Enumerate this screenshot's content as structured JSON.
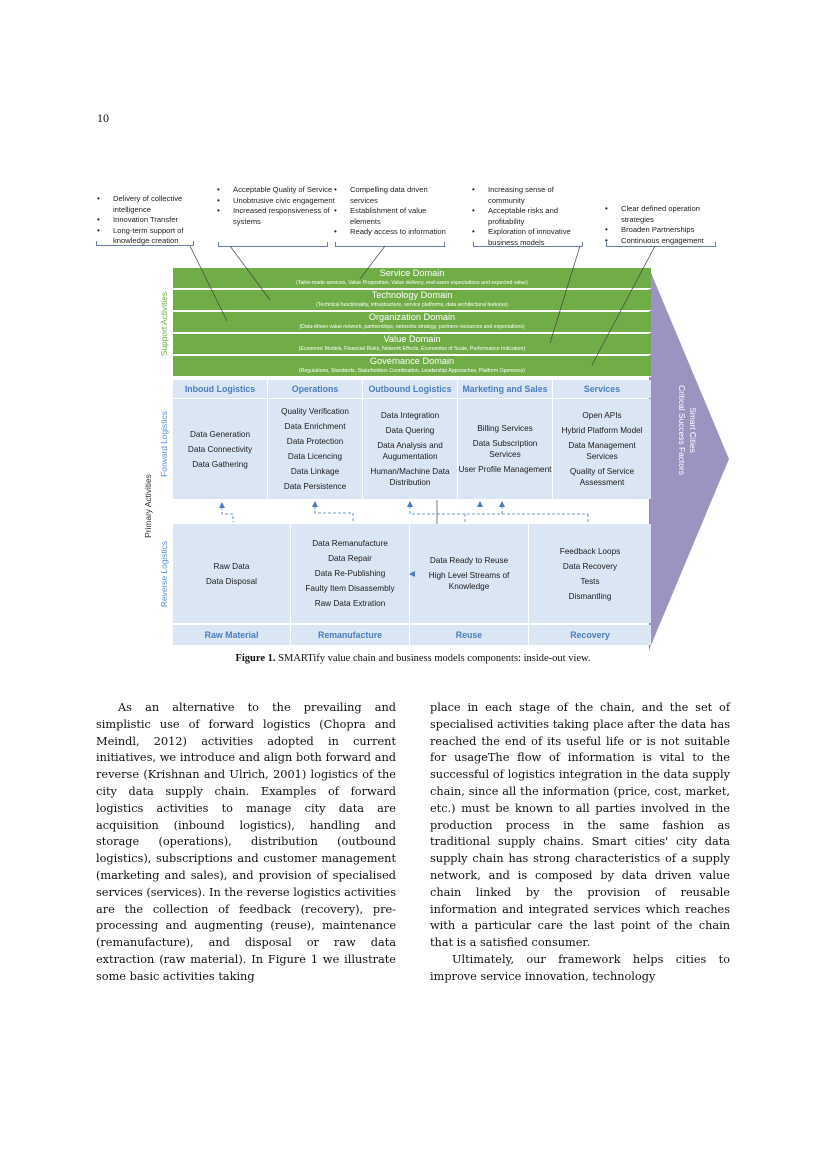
{
  "page_number": "10",
  "figure": {
    "callouts": [
      [
        "Delivery of collective intelligence",
        "Innovation Transfer",
        "Long-term support of knowledge creation"
      ],
      [
        "Acceptable Quality of Service",
        "Unobtrusive civic engagement",
        "Increased responsiveness of systems"
      ],
      [
        "Compelling data driven services",
        "Establishment of value elements",
        "Ready access to information"
      ],
      [
        "Increasing sense of community",
        "Acceptable risks and profitability",
        "Exploration of innovative business models"
      ],
      [
        "Clear defined operation strategies",
        "Broaden Partnerships",
        "Continuous engagement"
      ]
    ],
    "support_label": "Support Activities",
    "support_domains": [
      {
        "title": "Service Domain",
        "subtitle": "(Tailor-made services, Value Proposition, Value delivery, end-users expectations and expected value)"
      },
      {
        "title": "Technology Domain",
        "subtitle": "(Technical functionality, infrastructure, service platforms, data architectural features)"
      },
      {
        "title": "Organization Domain",
        "subtitle": "(Data-driven value network, partnerships, networks strategy, partners resources and expectations)"
      },
      {
        "title": "Value Domain",
        "subtitle": "(Economic Models, Financial Risks, Network Effects, Economies of Scale, Performance Indicators)"
      },
      {
        "title": "Governance Domain",
        "subtitle": "(Regulations, Standards, Stakeholders Coordination, Leadership Approaches, Platform Openness)"
      }
    ],
    "primary_label": "Primary Activities",
    "forward_label": "Forward Logistics",
    "reverse_label": "Reverse Logistics",
    "forward_columns": [
      {
        "head": "Inboud Logistics",
        "items": [
          "Data Generation",
          "Data Connectivity",
          "Data Gathering"
        ]
      },
      {
        "head": "Operations",
        "items": [
          "Quality Verification",
          "Data Enrichment",
          "Data Protection",
          "Data Licencing",
          "Data Linkage",
          "Data Persistence"
        ]
      },
      {
        "head": "Outbound Logistics",
        "items": [
          "Data Integration",
          "Data Quering",
          "Data Analysis and Augumentation",
          "Human/Machine Data Distribution"
        ]
      },
      {
        "head": "Marketing and Sales",
        "items": [
          "Billing Services",
          "Data Subscription Services",
          "User Profile Management"
        ]
      },
      {
        "head": "Services",
        "items": [
          "Open APIs",
          "Hybrid Platform Model",
          "Data Management Services",
          "Quality of Service Assessment"
        ]
      }
    ],
    "reverse_columns": [
      {
        "head": "Raw Material",
        "items": [
          "Raw Data",
          "Data Disposal"
        ]
      },
      {
        "head": "Remanufacture",
        "items": [
          "Data Remanufacture",
          "Data Repair",
          "Data Re-Publishing",
          "Faulty Item Disassembly",
          "Raw Data Extration"
        ]
      },
      {
        "head": "Reuse",
        "items": [
          "Data Ready to Reuse",
          "High Level Streams of Knowledge"
        ]
      },
      {
        "head": "Recovery",
        "items": [
          "Feedback Loops",
          "Data Recovery",
          "Tests",
          "Dismantling"
        ]
      }
    ],
    "arrow_label_1": "Smart Cities",
    "arrow_label_2": "Critical Success Factors",
    "colors": {
      "green": "#70ad47",
      "light_blue": "#dbe6f4",
      "head_blue": "#4a7cc0",
      "purple": "#9d93c0"
    }
  },
  "caption": {
    "label": "Figure 1.",
    "text": "SMARTify value chain and business models components: inside-out view."
  },
  "body": {
    "left": [
      "As an alternative to the prevailing and simplistic use of forward logistics (Chopra and Meindl, 2012) activities adopted in current initiatives, we introduce and align both forward and reverse (Krishnan and Ulrich, 2001) logistics of the city data supply chain. Examples of forward logistics activities to manage city data are acquisition (inbound logistics), handling and storage (operations), distribution (outbound logistics), subscriptions and customer management (marketing and sales), and provision of specialised services (services). In the reverse logistics activities are the collection of feedback (recovery), pre-processing and augmenting (reuse), maintenance (remanufacture), and disposal or raw data extraction (raw material). In Figure 1 we illustrate some basic activities taking"
    ],
    "right": [
      "place in each stage of the chain, and the set of specialised activities taking place after the data has reached the end of its useful life or is not suitable for usageThe flow of information is vital to the successful of logistics integration in the data supply chain, since all the information (price, cost, market, etc.) must be known to all parties involved in the production process in the same fashion as traditional supply chains. Smart cities' city data supply chain has strong characteristics of a supply network, and is composed by data driven value chain linked by the provision of reusable information and integrated services which reaches with a particular care the last point of the chain that is a satisfied consumer.",
      "Ultimately, our framework helps cities to improve service innovation, technology"
    ]
  }
}
